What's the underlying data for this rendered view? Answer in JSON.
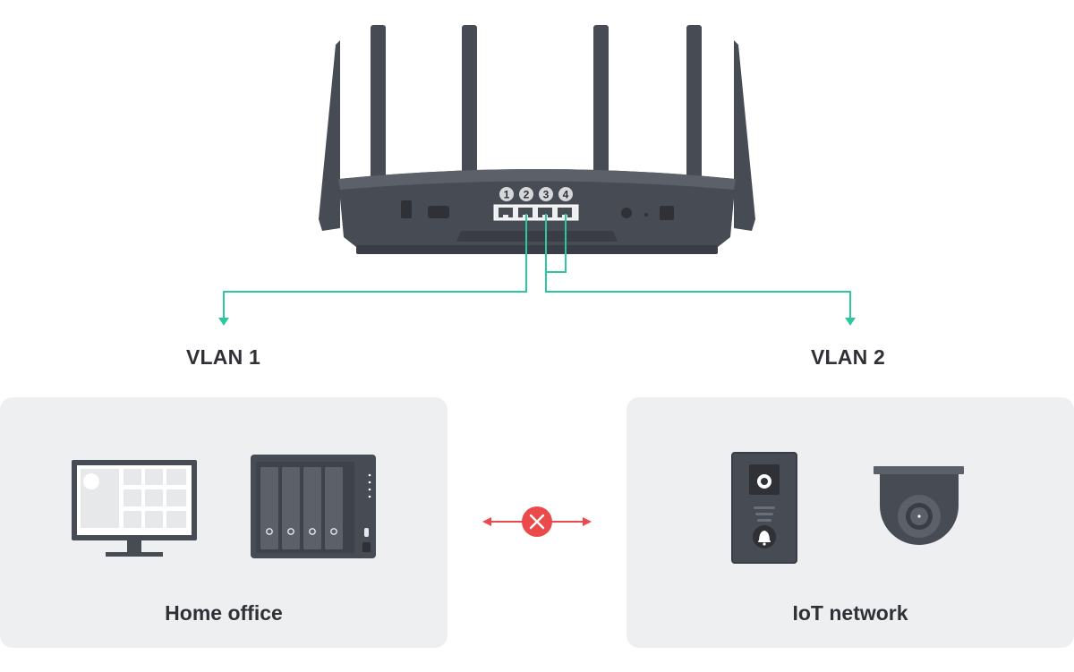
{
  "router": {
    "port_labels": [
      "1",
      "2",
      "3",
      "4"
    ]
  },
  "vlans": [
    {
      "label": "VLAN 1"
    },
    {
      "label": "VLAN 2"
    }
  ],
  "groups": [
    {
      "label": "Home office"
    },
    {
      "label": "IoT network"
    }
  ],
  "colors": {
    "device_dark": "#474b54",
    "device_mid": "#5c6069",
    "device_light": "#e7e8ea",
    "link": "#2ec8a0",
    "blocked": "#ea4a4a",
    "panel": "#eeeff1",
    "text": "#2f3137"
  },
  "icons": {
    "router": "router-icon",
    "monitor": "monitor-icon",
    "nas": "nas-icon",
    "doorbell": "doorbell-icon",
    "camera": "security-camera-icon",
    "blocked": "blocked-x-icon"
  }
}
